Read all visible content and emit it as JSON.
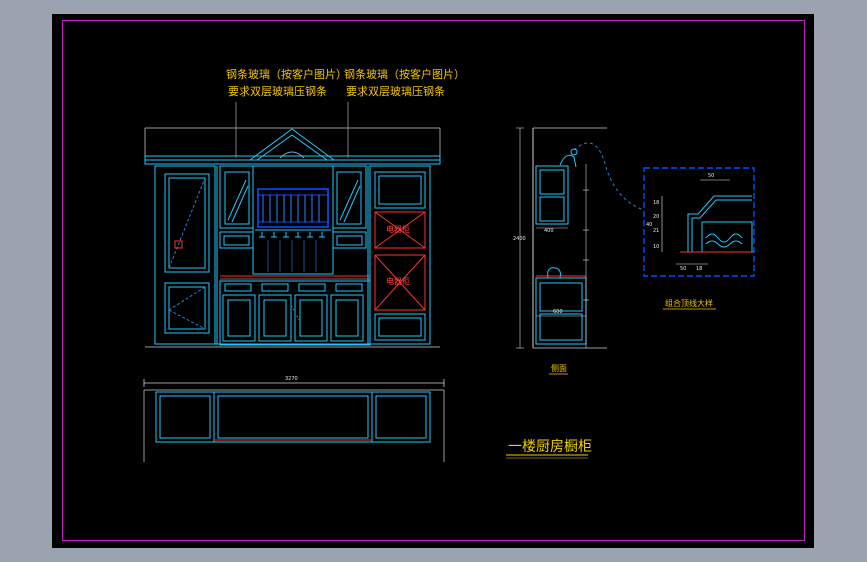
{
  "annotations": {
    "note_left_line1": "钢条玻璃（按客户图片）",
    "note_left_line2": "要求双层玻璃压钢条",
    "note_right_line1": "钢条玻璃（按客户图片）",
    "note_right_line2": "要求双层玻璃压钢条",
    "appliance_top": "电器柜",
    "appliance_bottom": "电器柜",
    "plan_width": "3270",
    "side_height": "2400",
    "side_depth_top": "400",
    "side_depth_bottom": "600",
    "side_label": "侧面",
    "detail_label": "组合顶线大样",
    "detail_dim_top": "50",
    "detail_dim_bottom_a": "50",
    "detail_dim_bottom_b": "18",
    "detail_dim_v1": "18",
    "detail_dim_v2": "20",
    "detail_dim_v3": "21",
    "detail_dim_v4": "40",
    "detail_dim_v5": "10",
    "drawing_title": "一楼厨房橱柜"
  },
  "colors": {
    "background": "#000000",
    "frame": "#c21cc2",
    "cabinet": "#1ec8ff",
    "cabinet_bright": "#00a8ff",
    "accent_red": "#ff3030",
    "text": "#f5c400",
    "dimension": "#e8e8e8"
  }
}
